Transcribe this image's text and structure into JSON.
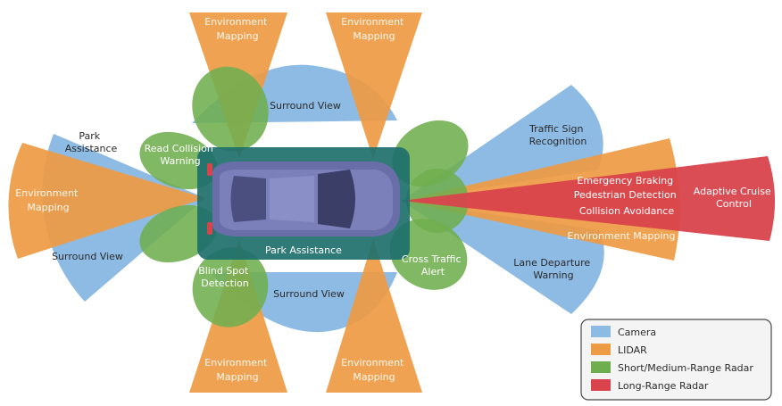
{
  "colors": {
    "camera": "#8dbbe4",
    "lidar": "#ee9b45",
    "short_radar": "#6fae4f",
    "long_radar": "#d9434b",
    "car_box": "#1e6f6c"
  },
  "labels": {
    "env_top_left": [
      "Environment",
      "Mapping"
    ],
    "env_top_right": [
      "Environment",
      "Mapping"
    ],
    "env_left": [
      "Environment",
      "Mapping"
    ],
    "env_bottom_left": [
      "Environment",
      "Mapping"
    ],
    "env_bottom_right": [
      "Environment",
      "Mapping"
    ],
    "env_front": "Environment Mapping",
    "surround_top": "Surround View",
    "surround_bottom": "Surround View",
    "surround_left": "Surround View",
    "park_assist_left": [
      "Park",
      "Assistance"
    ],
    "park_assist_car": "Park Assistance",
    "rear_collision": [
      "Read Collision",
      "Warning"
    ],
    "blind_spot": [
      "Blind Spot",
      "Detection"
    ],
    "cross_traffic": [
      "Cross Traffic",
      "Alert"
    ],
    "traffic_sign": [
      "Traffic Sign",
      "Recognition"
    ],
    "emergency": [
      "Emergency Braking",
      "Pedestrian Detection",
      "Collision Avoidance"
    ],
    "lane_departure": [
      "Lane Departure",
      "Warning"
    ],
    "acc": [
      "Adaptive Cruise",
      "Control"
    ]
  },
  "legend": [
    {
      "label": "Camera",
      "color": "#8dbbe4"
    },
    {
      "label": "LIDAR",
      "color": "#ee9b45"
    },
    {
      "label": "Short/Medium-Range Radar",
      "color": "#6fae4f"
    },
    {
      "label": "Long-Range Radar",
      "color": "#d9434b"
    }
  ]
}
